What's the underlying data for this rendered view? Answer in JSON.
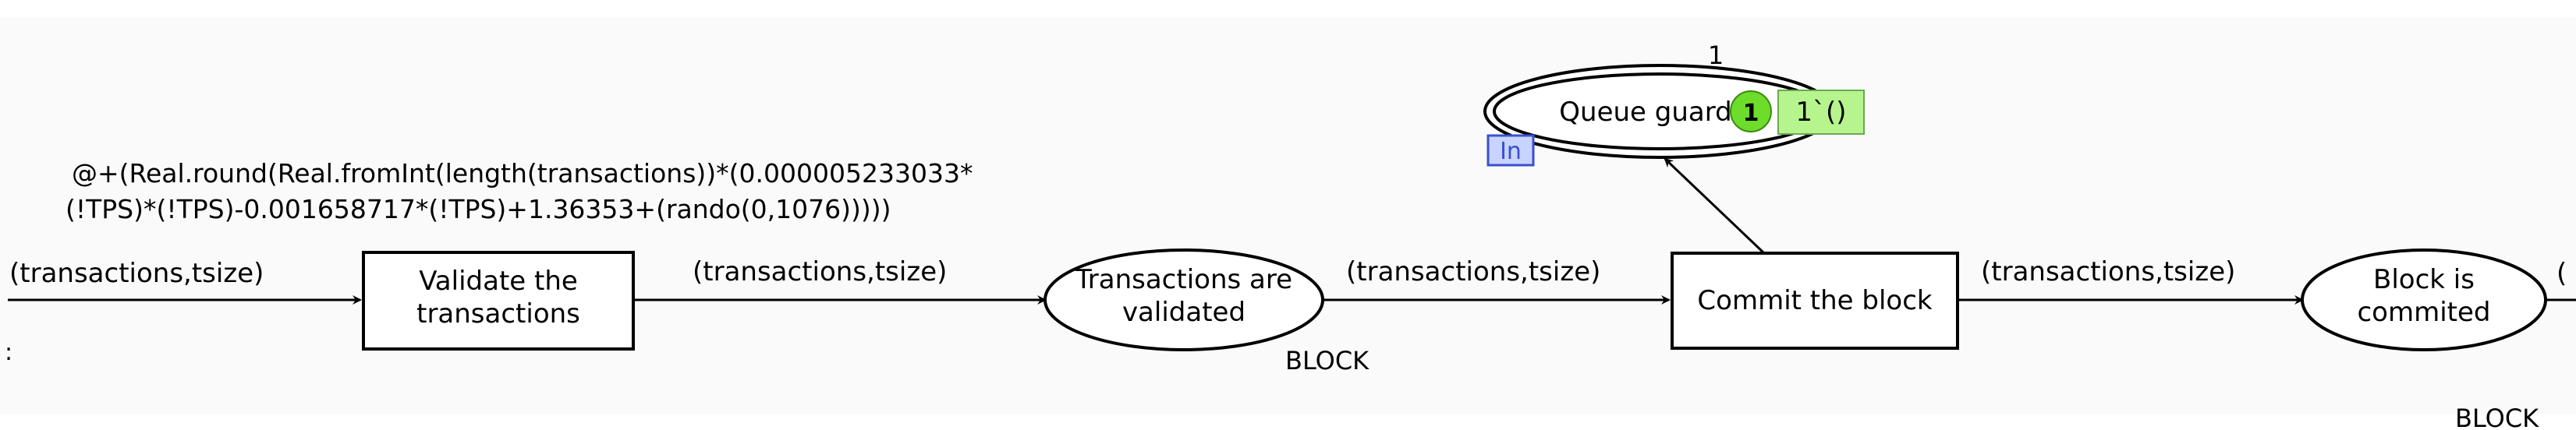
{
  "colors": {
    "background": "#fafafa",
    "token_fill": "#6ddc2a",
    "marking_fill": "#b6f58e",
    "port_fill": "#c8d4ff",
    "port_text": "#3a4fd0"
  },
  "transitions": {
    "validate": "Validate the\ntransactions",
    "commit": "Commit the block"
  },
  "places": {
    "validated": "Transactions are\nvalidated",
    "validated_type": "BLOCK",
    "committed": "Block is\ncommited",
    "committed_type": "BLOCK",
    "queue_guard": "Queue guard",
    "queue_guard_initial": "1",
    "queue_guard_port": "In",
    "queue_guard_token_count": "1",
    "queue_guard_marking": "1`()"
  },
  "arcs": {
    "in_left": "(transactions,tsize)",
    "validate_to_place": "(transactions,tsize)",
    "place_to_commit": "(transactions,tsize)",
    "commit_to_place": "(transactions,tsize)",
    "right_cut": "(",
    "left_cut": ":"
  },
  "delay_annotation": {
    "line1": "@+(Real.round(Real.fromInt(length(transactions))*(0.000005233033*",
    "line2": "(!TPS)*(!TPS)-0.001658717*(!TPS)+1.36353+(rando(0,1076)))))"
  }
}
